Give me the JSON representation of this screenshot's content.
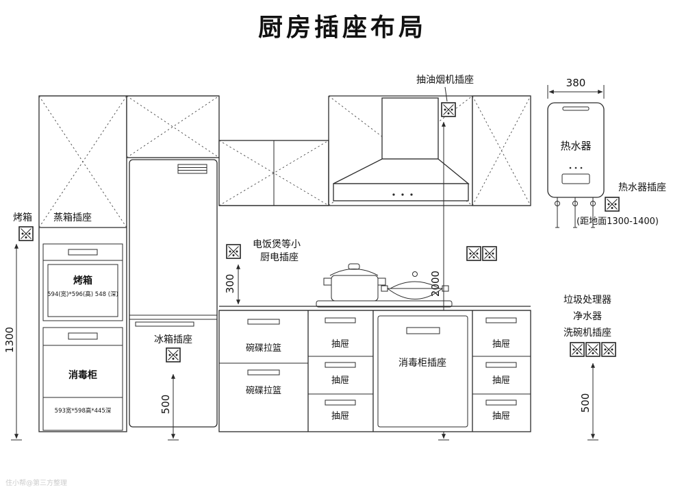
{
  "title": "厨房插座布局",
  "watermark": "住小帮@第三方整理",
  "labels": {
    "oven_socket": "烤箱",
    "steam_socket": "蒸箱插座",
    "hood_socket": "抽油烟机插座",
    "rice_cooker_line1": "电饭煲等小",
    "rice_cooker_line2": "厨电插座",
    "fridge_socket": "冰箱插座",
    "sterilizer_socket": "消毒柜插座",
    "heater_socket": "热水器插座",
    "heater_height_note": "(距地面1300-1400)",
    "garbage_disposal": "垃圾处理器",
    "water_purifier": "净水器",
    "dishwasher_socket": "洗碗机插座"
  },
  "appliances": {
    "oven": "烤箱",
    "oven_dims": "594(宽)*596(高) 548 (深)",
    "sterilizer": "消毒柜",
    "sterilizer_dims": "593宽*598高*445深",
    "water_heater": "热水器",
    "dish_basket": "碗碟拉篮",
    "drawer": "抽屉"
  },
  "dimensions": {
    "left_height": "1300",
    "fridge_socket_height": "500",
    "counter_offset": "300",
    "hood_socket_height": "2000",
    "heater_width": "380",
    "right_socket_height": "500"
  }
}
